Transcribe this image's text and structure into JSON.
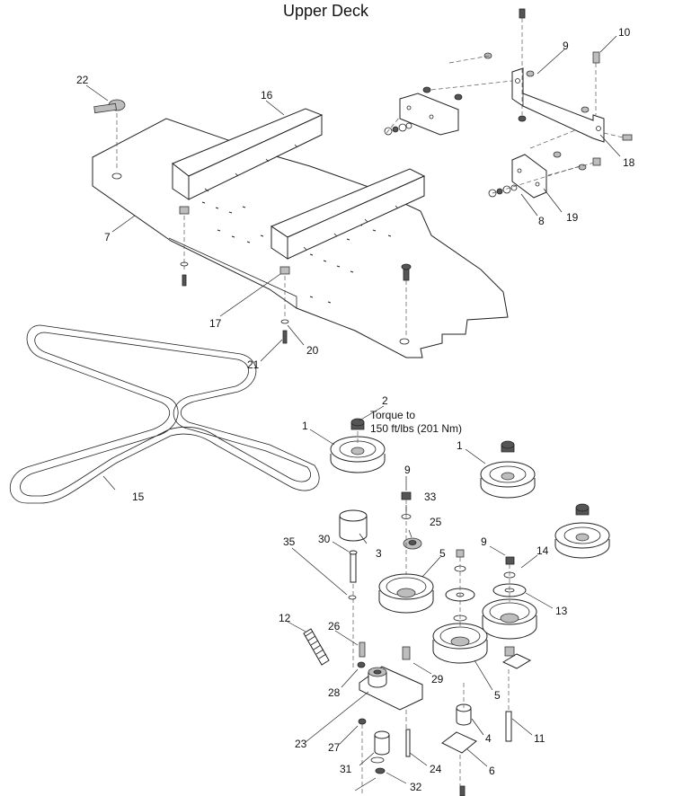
{
  "title": "Upper Deck",
  "torque_note": [
    "Torque to",
    "150 ft/lbs (201 Nm)"
  ],
  "callouts": [
    "1",
    "1",
    "2",
    "3",
    "4",
    "5",
    "5",
    "6",
    "7",
    "8",
    "9",
    "9",
    "9",
    "10",
    "11",
    "12",
    "13",
    "14",
    "15",
    "16",
    "17",
    "18",
    "19",
    "20",
    "21",
    "22",
    "23",
    "24",
    "25",
    "26",
    "27",
    "28",
    "29",
    "30",
    "31",
    "32",
    "33",
    "35"
  ]
}
